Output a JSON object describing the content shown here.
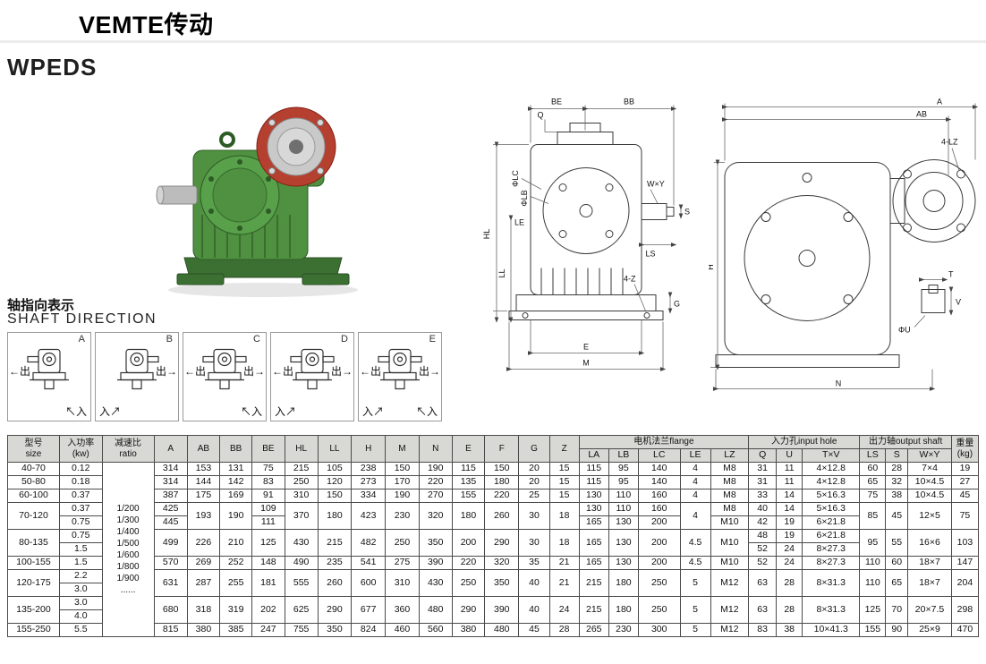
{
  "brand": "VEMTE传动",
  "model": "WPEDS",
  "shaft_direction": {
    "label_cn": "轴指向表示",
    "label_en": "SHAFT DIRECTION",
    "out_label": "出",
    "in_label": "入",
    "arrow_out_left": "←",
    "arrow_out_right": "→",
    "arrow_in_left": "↗",
    "arrow_in_right": "↖",
    "variants": [
      {
        "letter": "A",
        "out": [
          "left"
        ],
        "in": [
          "bottom-right"
        ]
      },
      {
        "letter": "B",
        "out": [
          "right"
        ],
        "in": [
          "bottom-left"
        ]
      },
      {
        "letter": "C",
        "out": [
          "left",
          "right"
        ],
        "in": [
          "bottom-right"
        ]
      },
      {
        "letter": "D",
        "out": [
          "left",
          "right"
        ],
        "in": [
          "bottom-left"
        ]
      },
      {
        "letter": "E",
        "out": [
          "left",
          "right"
        ],
        "in": [
          "bottom-left",
          "bottom-right"
        ]
      }
    ]
  },
  "drawings": {
    "front": {
      "labels": {
        "q": "Q",
        "be": "BE",
        "bb": "BB",
        "lc": "ΦLC",
        "lb": "ΦLB",
        "le": "LE",
        "hl": "HL",
        "ll": "LL",
        "wxy": "W×Y",
        "s": "S",
        "ls": "LS",
        "z4": "4-Z",
        "e": "E",
        "m": "M",
        "g": "G"
      }
    },
    "side": {
      "labels": {
        "a": "A",
        "ab": "AB",
        "lz4": "4-LZ",
        "h": "H",
        "t": "T",
        "v": "V",
        "phiu": "ΦU",
        "n": "N"
      }
    }
  },
  "table": {
    "head1": [
      {
        "t": "型号\nsize",
        "rs": 2
      },
      {
        "t": "入功率\n(kw)",
        "rs": 2
      },
      {
        "t": "减速比\nratio",
        "rs": 2
      },
      {
        "t": "A",
        "rs": 2
      },
      {
        "t": "AB",
        "rs": 2
      },
      {
        "t": "BB",
        "rs": 2
      },
      {
        "t": "BE",
        "rs": 2
      },
      {
        "t": "HL",
        "rs": 2
      },
      {
        "t": "LL",
        "rs": 2
      },
      {
        "t": "H",
        "rs": 2
      },
      {
        "t": "M",
        "rs": 2
      },
      {
        "t": "N",
        "rs": 2
      },
      {
        "t": "E",
        "rs": 2
      },
      {
        "t": "F",
        "rs": 2
      },
      {
        "t": "G",
        "rs": 2
      },
      {
        "t": "Z",
        "rs": 2
      },
      {
        "t": "电机法兰flange",
        "cs": 5
      },
      {
        "t": "入力孔input hole",
        "cs": 3
      },
      {
        "t": "出力轴output shaft",
        "cs": 3
      },
      {
        "t": "重量\n(kg)",
        "rs": 2
      }
    ],
    "head2": [
      "LA",
      "LB",
      "LC",
      "LE",
      "LZ",
      "Q",
      "U",
      "T×V",
      "LS",
      "S",
      "W×Y"
    ],
    "rows": [
      [
        "40-70",
        "0.12",
        {
          "t": "1/200\n1/300\n1/400\n1/500\n1/600\n1/800\n1/900\n......",
          "rs": 13,
          "cls": "ratio"
        },
        "314",
        "153",
        "131",
        "75",
        "215",
        "105",
        "238",
        "150",
        "190",
        "115",
        "150",
        "20",
        "15",
        "115",
        "95",
        "140",
        "4",
        "M8",
        "31",
        "11",
        "4×12.8",
        "60",
        "28",
        "7×4",
        "19"
      ],
      [
        "50-80",
        "0.18",
        "314",
        "144",
        "142",
        "83",
        "250",
        "120",
        "273",
        "170",
        "220",
        "135",
        "180",
        "20",
        "15",
        "115",
        "95",
        "140",
        "4",
        "M8",
        "31",
        "11",
        "4×12.8",
        "65",
        "32",
        "10×4.5",
        "27"
      ],
      [
        "60-100",
        "0.37",
        "387",
        "175",
        "169",
        "91",
        "310",
        "150",
        "334",
        "190",
        "270",
        "155",
        "220",
        "25",
        "15",
        "130",
        "110",
        "160",
        "4",
        "M8",
        "33",
        "14",
        "5×16.3",
        "75",
        "38",
        "10×4.5",
        "45"
      ],
      [
        {
          "t": "70-120",
          "rs": 2
        },
        "0.37",
        "425",
        {
          "t": "193",
          "rs": 2
        },
        {
          "t": "190",
          "rs": 2
        },
        "109",
        {
          "t": "370",
          "rs": 2
        },
        {
          "t": "180",
          "rs": 2
        },
        {
          "t": "423",
          "rs": 2
        },
        {
          "t": "230",
          "rs": 2
        },
        {
          "t": "320",
          "rs": 2
        },
        {
          "t": "180",
          "rs": 2
        },
        {
          "t": "260",
          "rs": 2
        },
        {
          "t": "30",
          "rs": 2
        },
        {
          "t": "18",
          "rs": 2
        },
        "130",
        "110",
        "160",
        {
          "t": "4",
          "rs": 2
        },
        "M8",
        "40",
        "14",
        "5×16.3",
        {
          "t": "85",
          "rs": 2
        },
        {
          "t": "45",
          "rs": 2
        },
        {
          "t": "12×5",
          "rs": 2
        },
        {
          "t": "75",
          "rs": 2
        }
      ],
      [
        "0.75",
        "445",
        "111",
        "165",
        "130",
        "200",
        "M10",
        "42",
        "19",
        "6×21.8"
      ],
      [
        {
          "t": "80-135",
          "rs": 2
        },
        "0.75",
        {
          "t": "499",
          "rs": 2
        },
        {
          "t": "226",
          "rs": 2
        },
        {
          "t": "210",
          "rs": 2
        },
        {
          "t": "125",
          "rs": 2
        },
        {
          "t": "430",
          "rs": 2
        },
        {
          "t": "215",
          "rs": 2
        },
        {
          "t": "482",
          "rs": 2
        },
        {
          "t": "250",
          "rs": 2
        },
        {
          "t": "350",
          "rs": 2
        },
        {
          "t": "200",
          "rs": 2
        },
        {
          "t": "290",
          "rs": 2
        },
        {
          "t": "30",
          "rs": 2
        },
        {
          "t": "18",
          "rs": 2
        },
        {
          "t": "165",
          "rs": 2
        },
        {
          "t": "130",
          "rs": 2
        },
        {
          "t": "200",
          "rs": 2
        },
        {
          "t": "4.5",
          "rs": 2
        },
        {
          "t": "M10",
          "rs": 2
        },
        "48",
        "19",
        "6×21.8",
        {
          "t": "95",
          "rs": 2
        },
        {
          "t": "55",
          "rs": 2
        },
        {
          "t": "16×6",
          "rs": 2
        },
        {
          "t": "103",
          "rs": 2
        }
      ],
      [
        "1.5",
        "52",
        "24",
        "8×27.3"
      ],
      [
        "100-155",
        "1.5",
        "570",
        "269",
        "252",
        "148",
        "490",
        "235",
        "541",
        "275",
        "390",
        "220",
        "320",
        "35",
        "21",
        "165",
        "130",
        "200",
        "4.5",
        "M10",
        "52",
        "24",
        "8×27.3",
        "110",
        "60",
        "18×7",
        "147"
      ],
      [
        {
          "t": "120-175",
          "rs": 2
        },
        "2.2",
        {
          "t": "631",
          "rs": 2
        },
        {
          "t": "287",
          "rs": 2
        },
        {
          "t": "255",
          "rs": 2
        },
        {
          "t": "181",
          "rs": 2
        },
        {
          "t": "555",
          "rs": 2
        },
        {
          "t": "260",
          "rs": 2
        },
        {
          "t": "600",
          "rs": 2
        },
        {
          "t": "310",
          "rs": 2
        },
        {
          "t": "430",
          "rs": 2
        },
        {
          "t": "250",
          "rs": 2
        },
        {
          "t": "350",
          "rs": 2
        },
        {
          "t": "40",
          "rs": 2
        },
        {
          "t": "21",
          "rs": 2
        },
        {
          "t": "215",
          "rs": 2
        },
        {
          "t": "180",
          "rs": 2
        },
        {
          "t": "250",
          "rs": 2
        },
        {
          "t": "5",
          "rs": 2
        },
        {
          "t": "M12",
          "rs": 2
        },
        {
          "t": "63",
          "rs": 2
        },
        {
          "t": "28",
          "rs": 2
        },
        {
          "t": "8×31.3",
          "rs": 2
        },
        {
          "t": "110",
          "rs": 2
        },
        {
          "t": "65",
          "rs": 2
        },
        {
          "t": "18×7",
          "rs": 2
        },
        {
          "t": "204",
          "rs": 2
        }
      ],
      [
        "3.0"
      ],
      [
        {
          "t": "135-200",
          "rs": 2
        },
        "3.0",
        {
          "t": "680",
          "rs": 2
        },
        {
          "t": "318",
          "rs": 2
        },
        {
          "t": "319",
          "rs": 2
        },
        {
          "t": "202",
          "rs": 2
        },
        {
          "t": "625",
          "rs": 2
        },
        {
          "t": "290",
          "rs": 2
        },
        {
          "t": "677",
          "rs": 2
        },
        {
          "t": "360",
          "rs": 2
        },
        {
          "t": "480",
          "rs": 2
        },
        {
          "t": "290",
          "rs": 2
        },
        {
          "t": "390",
          "rs": 2
        },
        {
          "t": "40",
          "rs": 2
        },
        {
          "t": "24",
          "rs": 2
        },
        {
          "t": "215",
          "rs": 2
        },
        {
          "t": "180",
          "rs": 2
        },
        {
          "t": "250",
          "rs": 2
        },
        {
          "t": "5",
          "rs": 2
        },
        {
          "t": "M12",
          "rs": 2
        },
        {
          "t": "63",
          "rs": 2
        },
        {
          "t": "28",
          "rs": 2
        },
        {
          "t": "8×31.3",
          "rs": 2
        },
        {
          "t": "125",
          "rs": 2
        },
        {
          "t": "70",
          "rs": 2
        },
        {
          "t": "20×7.5",
          "rs": 2
        },
        {
          "t": "298",
          "rs": 2
        }
      ],
      [
        "4.0"
      ],
      [
        "155-250",
        "5.5",
        "815",
        "380",
        "385",
        "247",
        "755",
        "350",
        "824",
        "460",
        "560",
        "380",
        "480",
        "45",
        "28",
        "265",
        "230",
        "300",
        "5",
        "M12",
        "83",
        "38",
        "10×41.3",
        "155",
        "90",
        "25×9",
        "470"
      ]
    ]
  }
}
